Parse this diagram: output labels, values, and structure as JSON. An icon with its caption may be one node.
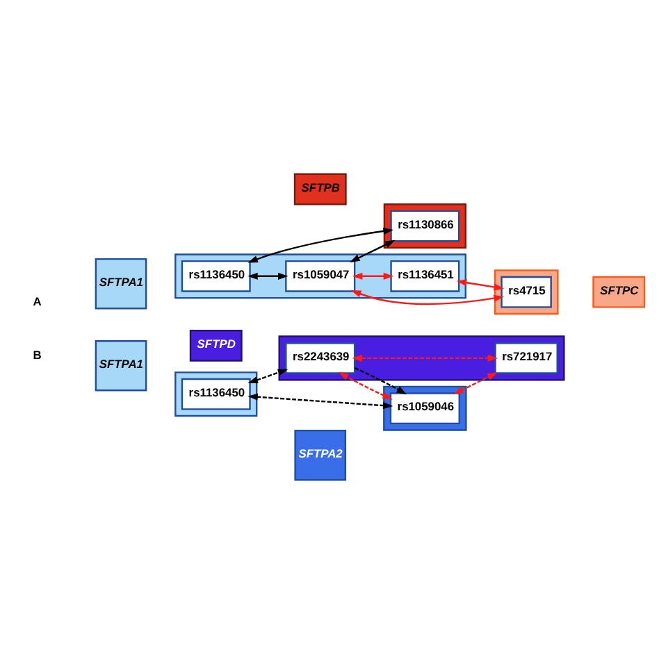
{
  "diagram": {
    "nodes": [
      {
        "text": [
          "SFTPA1"
        ]
      },
      {
        "text": [],
        "shape": "box"
      },
      {
        "text": [
          "rs1136450"
        ],
        "in": 1
      },
      {
        "text": [
          "rs1059047"
        ],
        "in": 1
      },
      {
        "text": [
          "rs1136451"
        ],
        "in": 1
      },
      {
        "text": [
          "SFTPB"
        ]
      },
      {
        "text": [],
        "shape": "box"
      },
      {
        "text": [
          "rs1130866"
        ],
        "in": 6
      },
      {
        "text": [],
        "shape": "box"
      },
      {
        "text": [
          "rs4715"
        ],
        "in": 8
      },
      {
        "text": [
          "SFTPC"
        ]
      },
      {
        "text": [
          "SFTPA1"
        ]
      },
      {
        "text": [],
        "shape": "box"
      },
      {
        "text": [
          "rs1136450"
        ],
        "in": 12
      },
      {
        "text": [
          "SFTPD"
        ]
      },
      {
        "text": [],
        "shape": "box"
      },
      {
        "text": [
          "rs2243639"
        ],
        "in": 15
      },
      {
        "text": [
          "SFTPA2"
        ]
      },
      {
        "text": [],
        "shape": "box"
      },
      {
        "text": [
          "rs1059046"
        ],
        "in": 18
      },
      {
        "text": [
          "rs721917"
        ],
        "in": 15
      }
    ],
    "edges": [
      {
        "from": 2,
        "to": 3,
        "arrow": "both",
        "color": "#000000"
      },
      {
        "from": 2,
        "to": 7,
        "arrow": "both",
        "color": "#000000"
      },
      {
        "from": 3,
        "to": 7,
        "arrow": "both",
        "color": "#000000"
      },
      {
        "from": 3,
        "to": 4,
        "arrow": "both",
        "color": "#ff1a1a"
      },
      {
        "from": 3,
        "to": 9,
        "arrow": "both",
        "color": "#ff1a1a"
      },
      {
        "from": 4,
        "to": 9,
        "arrow": "both",
        "color": "#ff1a1a"
      },
      {
        "from": 13,
        "to": 16,
        "arrow": "both",
        "style": "dashed",
        "color": "#000000"
      },
      {
        "from": 13,
        "to": 19,
        "arrow": "both",
        "style": "dashed",
        "color": "#000000"
      },
      {
        "from": 16,
        "to": 19,
        "arrow": "to",
        "style": "dashed",
        "color": "#000000"
      },
      {
        "from": 19,
        "to": 16,
        "arrow": "both",
        "style": "dashed",
        "color": "#ff1a1a"
      },
      {
        "from": 16,
        "to": 20,
        "arrow": "both",
        "style": "dashed",
        "color": "#ff1a1a"
      },
      {
        "from": 19,
        "to": 20,
        "arrow": "both",
        "style": "dashed",
        "color": "#ff1a1a"
      }
    ],
    "labels": [
      "A",
      "B"
    ]
  }
}
